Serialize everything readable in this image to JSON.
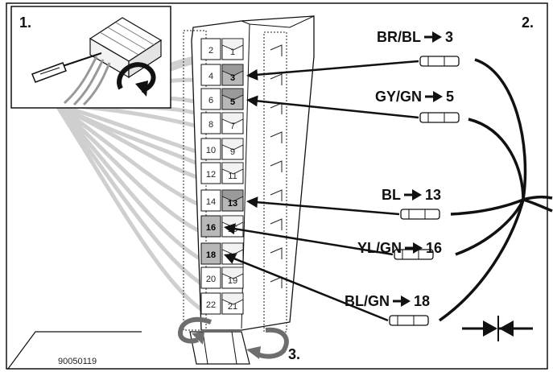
{
  "steps": {
    "step1": "1.",
    "step2": "2.",
    "step3": "3."
  },
  "wires": [
    {
      "color": "BR/BL",
      "pin": "3"
    },
    {
      "color": "GY/GN",
      "pin": "5"
    },
    {
      "color": "BL",
      "pin": "13"
    },
    {
      "color": "YL/GN",
      "pin": "16"
    },
    {
      "color": "BL/GN",
      "pin": "18"
    }
  ],
  "pins_left": [
    "2",
    "4",
    "6",
    "8",
    "10",
    "12",
    "14",
    "16",
    "18",
    "20",
    "22"
  ],
  "pins_right": [
    "1",
    "3",
    "5",
    "7",
    "9",
    "11",
    "13",
    "15",
    "17",
    "19",
    "21"
  ],
  "drawing_id": "90050119",
  "icons": {
    "crimp": "crimp-arrows-icon",
    "rotate": "rotate-arrow-icon",
    "screwdriver": "screwdriver-icon"
  },
  "colors": {
    "line": "#111111",
    "grey_wire": "#c8c8c8",
    "pin_fill": "#b8b8b8",
    "arrow_grey": "#6e6e6e"
  }
}
